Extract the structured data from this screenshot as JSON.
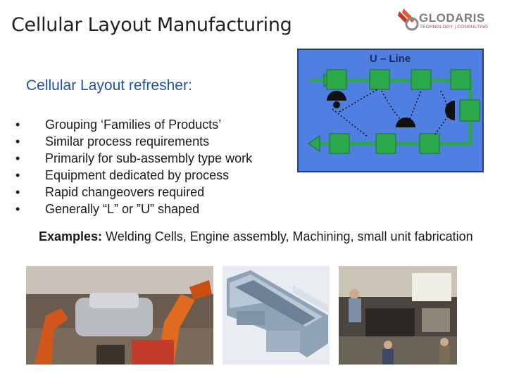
{
  "slide": {
    "title": "Cellular Layout Manufacturing",
    "subtitle": "Cellular Layout refresher:",
    "bullets": [
      "Grouping ‘Families of Products’",
      "Similar process requirements",
      "Primarily for sub-assembly type work",
      "Equipment dedicated by process",
      "Rapid changeovers required",
      "Generally “L” or ”U” shaped"
    ],
    "examples_label": "Examples:",
    "examples_text": " Welding Cells, Engine assembly, Machining, small unit fabrication"
  },
  "logo": {
    "brand": "GLODARIS",
    "tagline": "TECHNOLOGY | CONSULTING",
    "colors": {
      "accent": "#c0392b",
      "brand": "#7d7d7d"
    }
  },
  "diagram": {
    "title": "U – Line",
    "colors": {
      "background": "#4f7fe0",
      "station": "#2aa84a",
      "border": "#2b3f80"
    }
  },
  "photos": [
    {
      "subject": "robotic-welding-cell"
    },
    {
      "subject": "engine-assembly-line"
    },
    {
      "subject": "machining-workshop"
    }
  ]
}
